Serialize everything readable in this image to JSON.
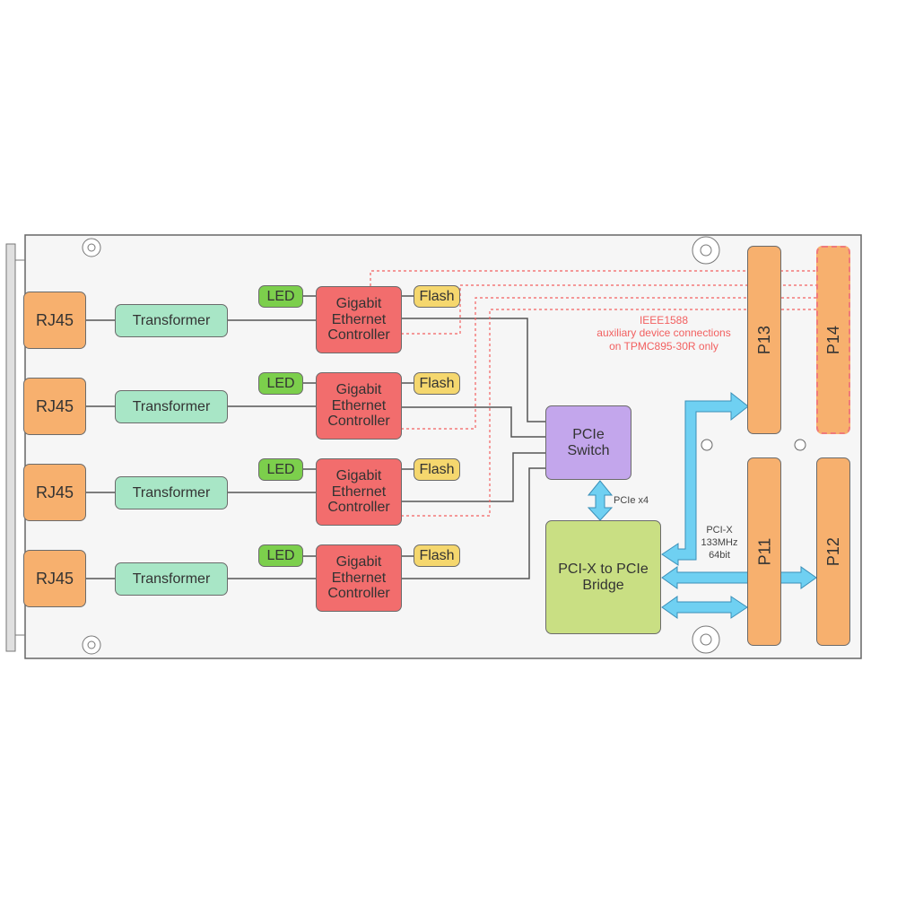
{
  "blocks": {
    "rj45": [
      "RJ45",
      "RJ45",
      "RJ45",
      "RJ45"
    ],
    "transformer": [
      "Transformer",
      "Transformer",
      "Transformer",
      "Transformer"
    ],
    "led": [
      "LED",
      "LED",
      "LED",
      "LED"
    ],
    "gec": [
      "Gigabit\nEthernet\nController",
      "Gigabit\nEthernet\nController",
      "Gigabit\nEthernet\nController",
      "Gigabit\nEthernet\nController"
    ],
    "flash": [
      "Flash",
      "Flash",
      "Flash",
      "Flash"
    ],
    "pcie_switch": "PCIe\nSwitch",
    "bridge": "PCI-X to PCIe\nBridge",
    "p13": "P13",
    "p14": "P14",
    "p11": "P11",
    "p12": "P12"
  },
  "labels": {
    "ieee_note": "IEEE1588\nauxiliary device connections\non TPMC895-30R only",
    "pcie_link": "PCIe x4",
    "pcix_bus": "PCI-X\n133MHz\n64bit"
  },
  "colors": {
    "rj45": "#f7b06e",
    "transformer": "#a8e6c6",
    "led": "#7ccf4c",
    "gec": "#f26d6d",
    "flash": "#f5d76e",
    "pcie_switch": "#c3a6ec",
    "bridge": "#c9df83",
    "bus_arrow": "#6fd0f2",
    "aux_dashed": "#f26060"
  }
}
